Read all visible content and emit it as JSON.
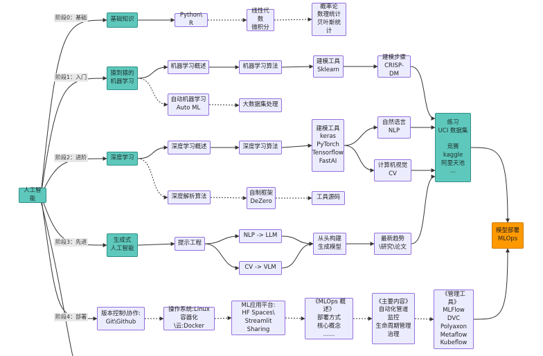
{
  "root": {
    "label": "人工智能"
  },
  "stage_labels": [
    {
      "id": "l0",
      "text": "阶段0：基础"
    },
    {
      "id": "l1",
      "text": "阶段1：入门"
    },
    {
      "id": "l2",
      "text": "阶段2：进阶"
    },
    {
      "id": "l3",
      "text": "阶段3：先进"
    },
    {
      "id": "l4",
      "text": "阶段4：部署"
    }
  ],
  "nodes": [
    {
      "id": "s0",
      "text": "基础知识",
      "style": "teal"
    },
    {
      "id": "py",
      "text": "Python\\ R",
      "style": "default"
    },
    {
      "id": "la",
      "text": "线性代数\n微积分",
      "style": "default"
    },
    {
      "id": "pr",
      "text": "概率论\n数理统计\n贝叶斯统计",
      "style": "default"
    },
    {
      "id": "s1",
      "text": "猿到猿的\n机器学习",
      "style": "teal"
    },
    {
      "id": "mlo",
      "text": "机器学习概述",
      "style": "default"
    },
    {
      "id": "mla",
      "text": "机器学习算法",
      "style": "default"
    },
    {
      "id": "skl",
      "text": "建模工具\nSklearn",
      "style": "default"
    },
    {
      "id": "crisp",
      "text": "建模步骤\nCRISP-DM",
      "style": "default"
    },
    {
      "id": "auto",
      "text": "自动机器学习\nAuto ML",
      "style": "default"
    },
    {
      "id": "bigd",
      "text": "大数据集处理",
      "style": "default"
    },
    {
      "id": "s2",
      "text": "深度学习",
      "style": "teal"
    },
    {
      "id": "dlo",
      "text": "深度学习概述",
      "style": "default"
    },
    {
      "id": "dla",
      "text": "深度学习算法",
      "style": "default"
    },
    {
      "id": "dlt",
      "text": "建模工具\nkeras\nPyTorch\nTensorflow\nFastAI",
      "style": "default"
    },
    {
      "id": "nlp",
      "text": "自然语言\nNLP",
      "style": "default"
    },
    {
      "id": "cv",
      "text": "计算机视觉\nCV",
      "style": "default"
    },
    {
      "id": "prac",
      "text": "练习\nUCI 数据集\n\n竞赛\nkaggle\n阿里天池\n…",
      "style": "teal"
    },
    {
      "id": "dlp",
      "text": "深度解析算法",
      "style": "default"
    },
    {
      "id": "dez",
      "text": "自制框架\nDeZero",
      "style": "default"
    },
    {
      "id": "tool",
      "text": "工具源码",
      "style": "default"
    },
    {
      "id": "s3",
      "text": "生成式\n人工智能",
      "style": "teal"
    },
    {
      "id": "prompt",
      "text": "提示工程",
      "style": "default"
    },
    {
      "id": "nlpllm",
      "text": "NLP -> LLM",
      "style": "default"
    },
    {
      "id": "cvvlm",
      "text": "CV -> VLM",
      "style": "default"
    },
    {
      "id": "scratch",
      "text": "从头构建\n生成模型",
      "style": "default"
    },
    {
      "id": "trend",
      "text": "最新趋势\n\\研究\\论文",
      "style": "default"
    },
    {
      "id": "deploy",
      "text": "模型部署\nMLOps",
      "style": "orange"
    },
    {
      "id": "git",
      "text": "版本控制\\协作:\nGit\\Github",
      "style": "default"
    },
    {
      "id": "os",
      "text": "操作系统:Linux\n容器化\\云:Docker",
      "style": "default"
    },
    {
      "id": "mlapp",
      "text": "ML应用平台:\nHF Spaces\\\nStreamlit Sharing",
      "style": "default"
    },
    {
      "id": "mlops",
      "text": "《MLOps 概述》\n部署方式\n核心概念\n……",
      "style": "default"
    },
    {
      "id": "main",
      "text": "《主要内容》\n自动化管道\n监控\n生命周期管理\n治理",
      "style": "default"
    },
    {
      "id": "mgmt",
      "text": "《管理工具》\nMLFlow\nDVC\nPolyaxon\nMetaflow\nKubeflow",
      "style": "default"
    }
  ],
  "edges": [
    {
      "from": "s0",
      "to": "py",
      "style": "solid"
    },
    {
      "from": "py",
      "to": "la",
      "style": "dotted"
    },
    {
      "from": "la",
      "to": "pr",
      "style": "dotted"
    },
    {
      "from": "s1",
      "to": "mlo",
      "style": "solid"
    },
    {
      "from": "mlo",
      "to": "mla",
      "style": "solid"
    },
    {
      "from": "mla",
      "to": "skl",
      "style": "solid"
    },
    {
      "from": "skl",
      "to": "crisp",
      "style": "solid"
    },
    {
      "from": "crisp",
      "to": "prac",
      "style": "solid"
    },
    {
      "from": "s1",
      "to": "auto",
      "style": "dotted"
    },
    {
      "from": "auto",
      "to": "bigd",
      "style": "dotted"
    },
    {
      "from": "s2",
      "to": "dlo",
      "style": "solid"
    },
    {
      "from": "dlo",
      "to": "dla",
      "style": "solid"
    },
    {
      "from": "dla",
      "to": "dlt",
      "style": "solid"
    },
    {
      "from": "dlt",
      "to": "nlp",
      "style": "solid"
    },
    {
      "from": "dlt",
      "to": "cv",
      "style": "solid"
    },
    {
      "from": "nlp",
      "to": "prac",
      "style": "solid"
    },
    {
      "from": "cv",
      "to": "prac",
      "style": "solid"
    },
    {
      "from": "s2",
      "to": "dlp",
      "style": "dotted"
    },
    {
      "from": "dlp",
      "to": "dez",
      "style": "dotted"
    },
    {
      "from": "dez",
      "to": "tool",
      "style": "dotted"
    },
    {
      "from": "s3",
      "to": "prompt",
      "style": "solid"
    },
    {
      "from": "prompt",
      "to": "nlpllm",
      "style": "solid"
    },
    {
      "from": "prompt",
      "to": "cvvlm",
      "style": "solid"
    },
    {
      "from": "nlpllm",
      "to": "scratch",
      "style": "solid"
    },
    {
      "from": "cvvlm",
      "to": "scratch",
      "style": "solid"
    },
    {
      "from": "scratch",
      "to": "trend",
      "style": "solid"
    },
    {
      "from": "trend",
      "to": "prac",
      "style": "solid"
    },
    {
      "from": "prac",
      "to": "deploy",
      "style": "solid"
    },
    {
      "from": "git",
      "to": "os",
      "style": "dotted"
    },
    {
      "from": "os",
      "to": "mlapp",
      "style": "dotted"
    },
    {
      "from": "mlapp",
      "to": "mlops",
      "style": "dotted"
    },
    {
      "from": "mlops",
      "to": "main",
      "style": "dotted"
    },
    {
      "from": "main",
      "to": "mgmt",
      "style": "dotted"
    },
    {
      "from": "mgmt",
      "to": "deploy",
      "style": "solid"
    }
  ],
  "root_edges": [
    {
      "to": "s0",
      "via": "l0"
    },
    {
      "to": "s1",
      "via": "l1"
    },
    {
      "to": "s2",
      "via": "l2"
    },
    {
      "to": "s3",
      "via": "l3"
    },
    {
      "to": "git",
      "via": "l4"
    }
  ],
  "colors": {
    "line": "#333333",
    "node_fill": "#ececff",
    "node_border": "#9370db",
    "teal": "#5ec8bc",
    "orange": "#ff9900",
    "label_bg": "#e8e8e8"
  }
}
